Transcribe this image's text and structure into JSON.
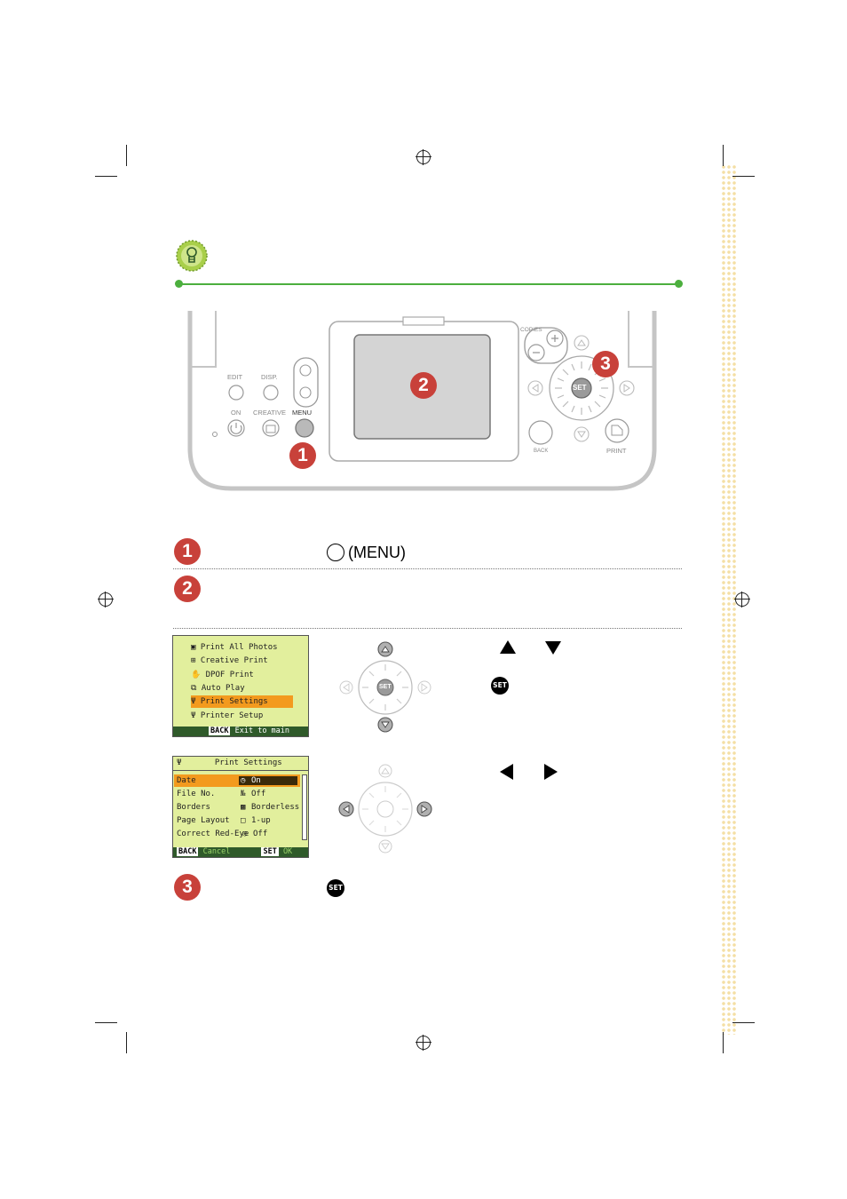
{
  "printer": {
    "labels": {
      "edit": "EDIT",
      "disp": "DISP.",
      "on": "ON",
      "creative": "CREATIVE",
      "menu": "MENU",
      "copies": "COPIES",
      "back": "BACK",
      "print": "PRINT",
      "set": "SET"
    },
    "callouts": [
      "1",
      "2",
      "3"
    ]
  },
  "steps": [
    {
      "number": "1",
      "button_label": "(MENU)"
    },
    {
      "number": "2"
    },
    {
      "number": "3"
    }
  ],
  "lcd_menu": {
    "items": [
      "Print All Photos",
      "Creative Print",
      "DPOF Print",
      "Auto Play",
      "Print Settings",
      "Printer Setup"
    ],
    "selected": "Print Settings",
    "footer_key": "BACK",
    "footer_text": "Exit to main display"
  },
  "lcd_settings": {
    "title": "Print Settings",
    "rows": [
      {
        "label": "Date",
        "value": "On"
      },
      {
        "label": "File No.",
        "value": "Off"
      },
      {
        "label": "Borders",
        "value": "Borderless"
      },
      {
        "label": "Page Layout",
        "value": "1-up"
      },
      {
        "label": "Correct Red-Eye",
        "value": "Off"
      }
    ],
    "footer_back_key": "BACK",
    "footer_back_text": "Cancel",
    "footer_set_key": "SET",
    "footer_set_text": "OK"
  },
  "colors": {
    "accent_green": "#4caf3e",
    "step_red": "#c8413a",
    "lcd_bg": "#e2ef9d",
    "highlight_orange": "#f39a1e"
  }
}
